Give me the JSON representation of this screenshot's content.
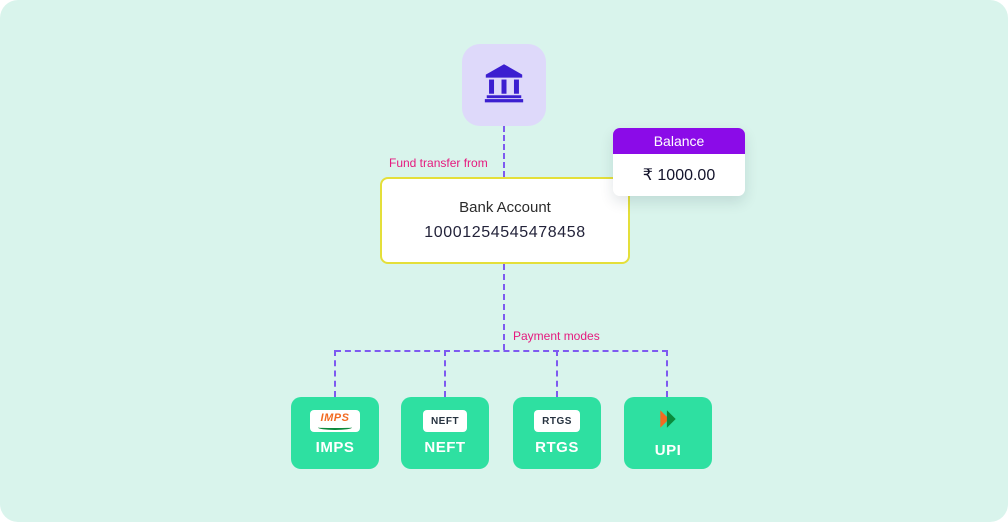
{
  "labels": {
    "fund_transfer_from": "Fund transfer from",
    "payment_modes": "Payment modes"
  },
  "account": {
    "name": "Bank Account",
    "number": "10001254545478458"
  },
  "balance": {
    "title": "Balance",
    "amount": "₹ 1000.00"
  },
  "modes": [
    {
      "label": "IMPS",
      "badge": "IMPS"
    },
    {
      "label": "NEFT",
      "badge": "NEFT"
    },
    {
      "label": "RTGS",
      "badge": "RTGS"
    },
    {
      "label": "UPI"
    }
  ],
  "colors": {
    "background": "#d9f4ec",
    "connector_purple": "#7e5af0",
    "label_pink": "#e5197e",
    "account_border_yellow": "#e4df3a",
    "mode_green": "#2ee0a1",
    "balance_header_purple": "#8b0be8",
    "bank_icon_indigo": "#3b1fd0",
    "imps_orange": "#f26a21",
    "upi_green": "#0a8a3c"
  }
}
